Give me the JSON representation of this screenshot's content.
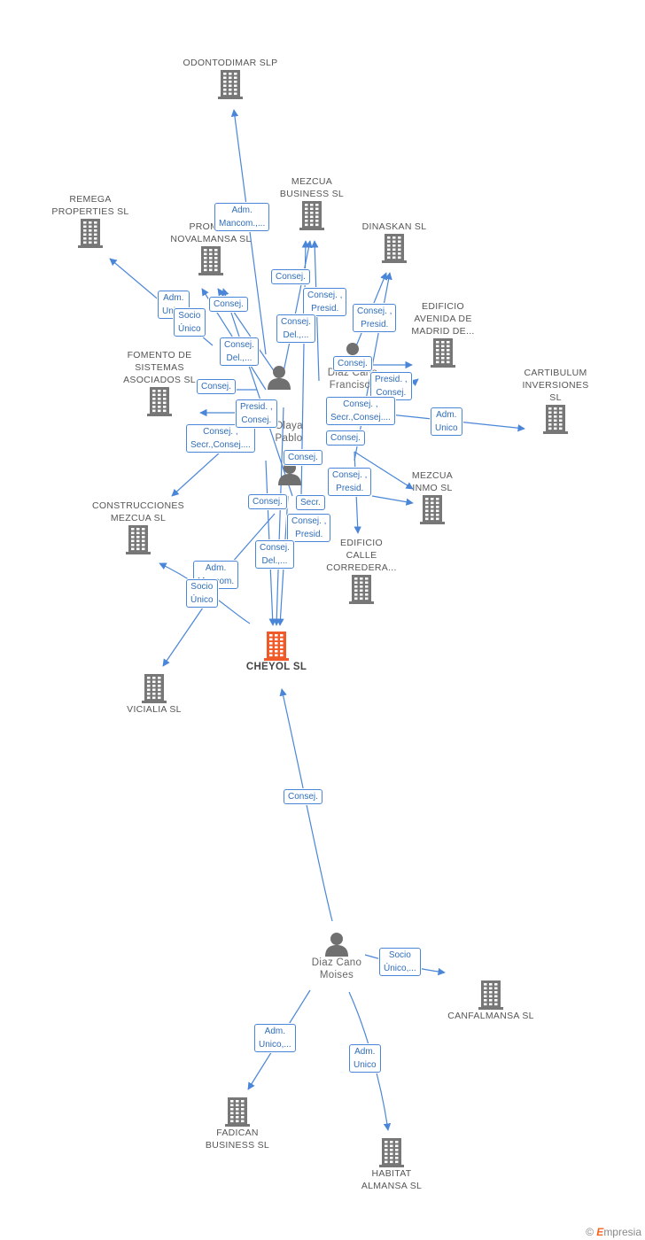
{
  "colors": {
    "edge": "#4a86d8",
    "company": "#777777",
    "focus_company": "#f05a28",
    "person": "#707070"
  },
  "nodes": {
    "odontodimar": {
      "label": "ODONTODIMAR SLP",
      "kind": "company"
    },
    "remega": {
      "label": "REMEGA\nPROPERTIES  SL",
      "kind": "company"
    },
    "mezcua_business": {
      "label": "MEZCUA\nBUSINESS SL",
      "kind": "company"
    },
    "dinaskan": {
      "label": "DINASKAN SL",
      "kind": "company"
    },
    "promoc_novalmansa": {
      "label": "PROMOC\nNOVALMANSA SL",
      "kind": "company"
    },
    "edificio_avenida": {
      "label": "EDIFICIO\nAVENIDA DE\nMADRID DE...",
      "kind": "company"
    },
    "fomento": {
      "label": "FOMENTO DE\nSISTEMAS\nASOCIADOS SL",
      "kind": "company"
    },
    "cartibulum": {
      "label": "CARTIBULUM\nINVERSIONES\nSL",
      "kind": "company"
    },
    "diaz_cano_francisco": {
      "label": "Diaz Cano\nFrancisco",
      "kind": "person"
    },
    "olaya_pablo": {
      "label": "Olaya\nPablo",
      "kind": "person"
    },
    "mezcua_inmo": {
      "label": "MEZCUA\nINMO SL",
      "kind": "company"
    },
    "construcciones_mezcua": {
      "label": "CONSTRUCCIONES\nMEZCUA SL",
      "kind": "company"
    },
    "edificio_calle": {
      "label": "EDIFICIO\nCALLE\nCORREDERA...",
      "kind": "company"
    },
    "cheyol": {
      "label": "CHEYOL SL",
      "kind": "focus"
    },
    "vicialia": {
      "label": "VICIALIA SL",
      "kind": "company"
    },
    "diaz_cano_moises": {
      "label": "Diaz Cano\nMoises",
      "kind": "person"
    },
    "canfalmansa": {
      "label": "CANFALMANSA SL",
      "kind": "company"
    },
    "fadican": {
      "label": "FADICAN\nBUSINESS SL",
      "kind": "company"
    },
    "habitat": {
      "label": "HABITAT\nALMANSA SL",
      "kind": "company"
    }
  },
  "edge_labels": [
    "Adm.\nMancom.,...",
    "Adm.\nUnico",
    "Socio\nÚnico",
    "Consej.",
    "Consej.",
    "Consej. ,\nPresid.",
    "Consej. ,\nPresid.",
    "Consej.\nDel.,...",
    "Consej.\nDel.,...",
    "Consej.",
    "Consej.",
    "Presid. ,\nConsej.",
    "Consej. ,\nSecr.,Consej....",
    "Consej. ,\nSecr.,Consej....",
    "Adm.\nUnico",
    "Consej.",
    "Presid. ,\nConsej.",
    "Consej.",
    "Consej. ,\nPresid.",
    "Consej.",
    "Secr.",
    "Consej. ,\nPresid.",
    "Consej.\nDel.,...",
    "Adm.\nMancom.",
    "Socio\nÚnico",
    "Consej.",
    "Socio\nÚnico,...",
    "Adm.\nUnico,...",
    "Adm.\nUnico"
  ],
  "brand": {
    "copyright": "©",
    "name": "mpresia",
    "initial": "E"
  }
}
